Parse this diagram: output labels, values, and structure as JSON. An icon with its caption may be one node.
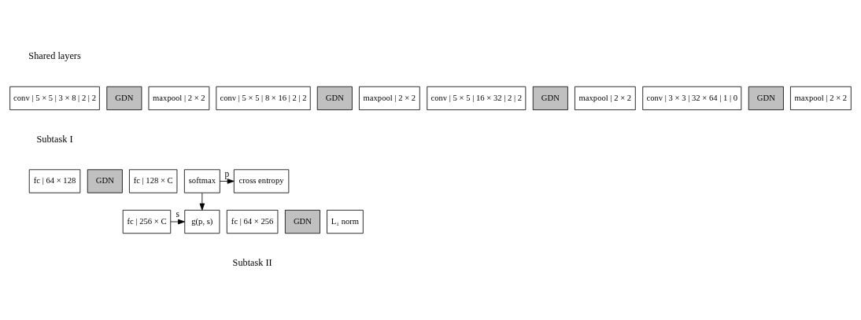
{
  "diagram": {
    "nodes": [
      {
        "text": [
          "conv | 5 × 5 | 3 × 8 | 2 | 2"
        ]
      },
      {
        "text": [
          "GDN"
        ]
      },
      {
        "text": [
          "maxpool | 2 × 2"
        ]
      },
      {
        "text": [
          "conv | 5 × 5 | 8 × 16 | 2 | 2"
        ]
      },
      {
        "text": [
          "GDN"
        ]
      },
      {
        "text": [
          "maxpool | 2 × 2"
        ]
      },
      {
        "text": [
          "conv | 5 × 5 | 16 × 32 | 2 | 2"
        ]
      },
      {
        "text": [
          "GDN"
        ]
      },
      {
        "text": [
          "maxpool | 2 × 2"
        ]
      },
      {
        "text": [
          "conv | 3 × 3 | 32 × 64 | 1 | 0"
        ]
      },
      {
        "text": [
          "GDN"
        ]
      },
      {
        "text": [
          "maxpool | 2 × 2"
        ]
      },
      {
        "text": [
          "fc | 64 × 128"
        ]
      },
      {
        "text": [
          "GDN"
        ]
      },
      {
        "text": [
          "fc | 128 × C"
        ]
      },
      {
        "text": [
          "softmax"
        ]
      },
      {
        "text": [
          "cross entropy"
        ]
      },
      {
        "text": [
          "fc | 64 × 256"
        ]
      },
      {
        "text": [
          "GDN"
        ]
      },
      {
        "text": [
          "fc | 256 × C"
        ]
      },
      {
        "text": [
          "g(p, s)"
        ]
      },
      {
        "text": [
          "L₁ norm"
        ]
      }
    ],
    "edges": [
      {
        "from": 15,
        "to": 16,
        "arrow": "to",
        "label": "p"
      },
      {
        "from": 15,
        "to": 20,
        "arrow": "to"
      },
      {
        "from": 19,
        "to": 20,
        "arrow": "to",
        "label": "s"
      }
    ],
    "labels": [
      "Shared layers",
      "Subtask I",
      "Subtask II"
    ]
  }
}
